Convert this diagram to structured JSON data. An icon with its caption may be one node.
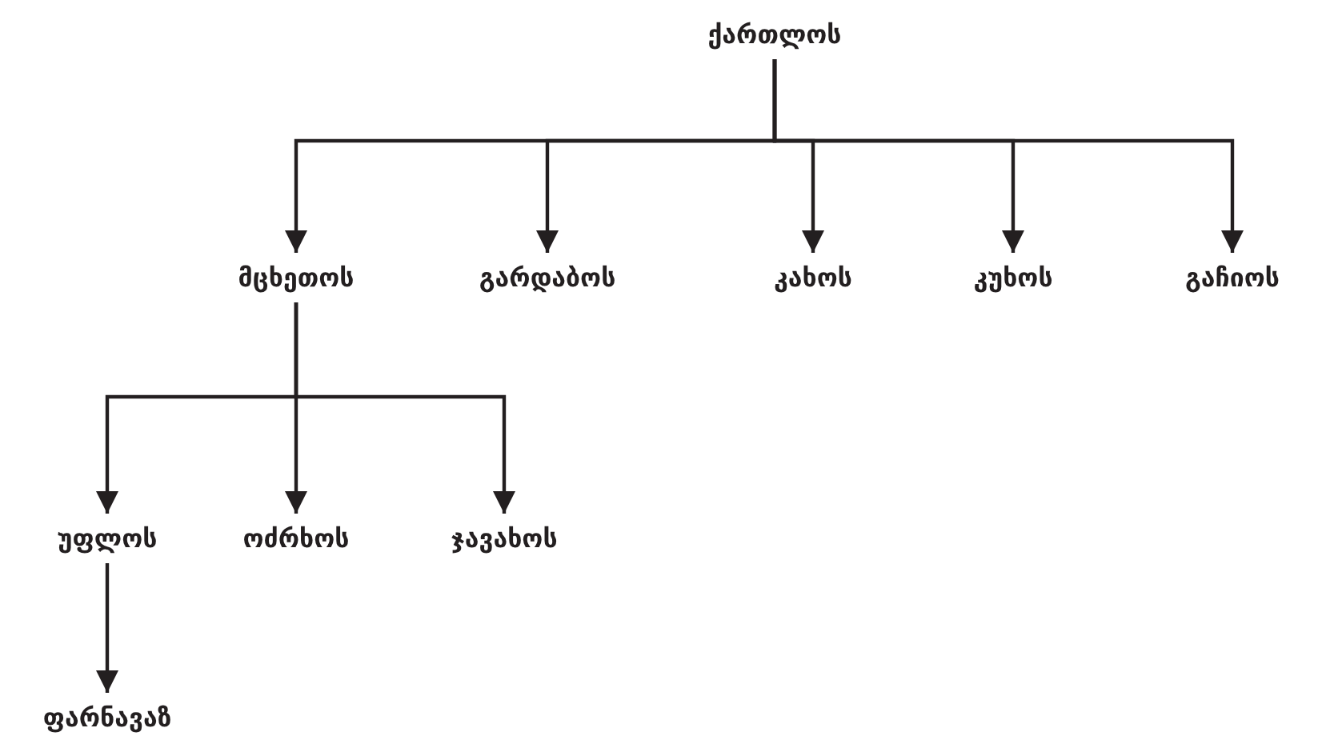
{
  "diagram": {
    "nodes": [
      {
        "text": [
          "ქართლოს"
        ]
      },
      {
        "text": [
          "მცხეთოს"
        ]
      },
      {
        "text": [
          "გარდაბოს"
        ]
      },
      {
        "text": [
          "კახოს"
        ]
      },
      {
        "text": [
          "კუხოს"
        ]
      },
      {
        "text": [
          "გაჩიოს"
        ]
      },
      {
        "text": [
          "უფლოს"
        ]
      },
      {
        "text": [
          "ოძრხოს"
        ]
      },
      {
        "text": [
          "ჯავახოს"
        ]
      },
      {
        "text": [
          "ფარნავაზ"
        ]
      }
    ],
    "edges": [
      {
        "from": 0,
        "to": 1,
        "arrow": "to"
      },
      {
        "from": 0,
        "to": 2,
        "arrow": "to"
      },
      {
        "from": 0,
        "to": 3,
        "arrow": "to"
      },
      {
        "from": 0,
        "to": 4,
        "arrow": "to"
      },
      {
        "from": 0,
        "to": 5,
        "arrow": "to"
      },
      {
        "from": 1,
        "to": 6,
        "arrow": "to"
      },
      {
        "from": 1,
        "to": 7,
        "arrow": "to"
      },
      {
        "from": 1,
        "to": 8,
        "arrow": "to"
      },
      {
        "from": 6,
        "to": 9,
        "arrow": "to"
      }
    ]
  }
}
